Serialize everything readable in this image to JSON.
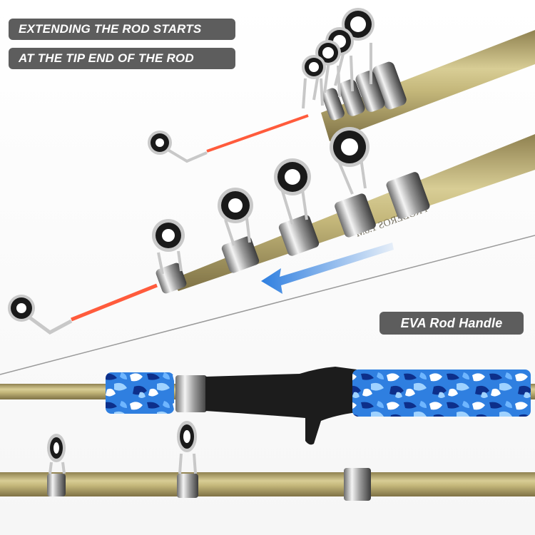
{
  "labels": {
    "line1": "EXTENDING THE ROD STARTS",
    "line2": "AT THE TIP END OF THE ROD",
    "handle": "EVA Rod Handle"
  },
  "rod_print": "PROBEROS 1.8M",
  "colors": {
    "rod_gold": "#b9ab6c",
    "tip_red": "#ff5b3c",
    "guide_ring": "#1a1a1a",
    "camo_blue": "#2f7fe0",
    "arrow_blue": "#2f7fe0",
    "label_bg": "#5d5d5d",
    "label_text": "#ffffff"
  },
  "icons": [
    "direction-arrow-icon"
  ]
}
